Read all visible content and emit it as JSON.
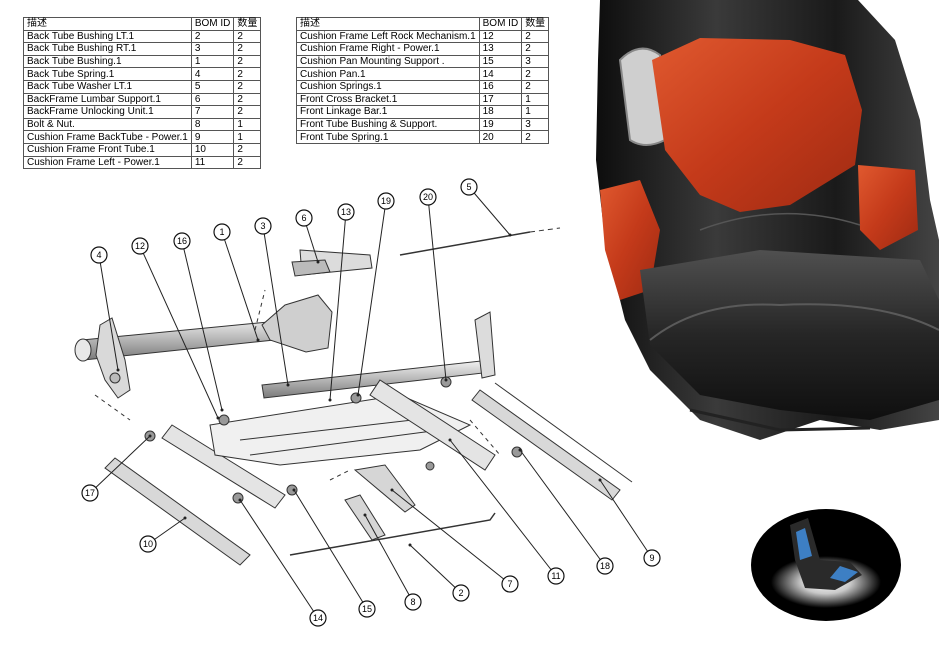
{
  "bom_left": {
    "headers": [
      "描述",
      "BOM ID",
      "数量"
    ],
    "rows": [
      [
        "Back Tube Bushing LT.1",
        "2",
        "2"
      ],
      [
        "Back Tube Bushing RT.1",
        "3",
        "2"
      ],
      [
        "Back Tube Bushing.1",
        "1",
        "2"
      ],
      [
        "Back Tube Spring.1",
        "4",
        "2"
      ],
      [
        "Back Tube Washer LT.1",
        "5",
        "2"
      ],
      [
        "BackFrame Lumbar Support.1",
        "6",
        "2"
      ],
      [
        "BackFrame Unlocking Unit.1",
        "7",
        "2"
      ],
      [
        "Bolt & Nut.",
        "8",
        "1"
      ],
      [
        "Cushion Frame BackTube - Power.1",
        "9",
        "1"
      ],
      [
        "Cushion Frame Front Tube.1",
        "10",
        "2"
      ],
      [
        "Cushion Frame Left - Power.1",
        "11",
        "2"
      ]
    ]
  },
  "bom_right": {
    "headers": [
      "描述",
      "BOM ID",
      "数量"
    ],
    "rows": [
      [
        "Cushion Frame Left Rock Mechanism.1",
        "12",
        "2"
      ],
      [
        "Cushion Frame Right - Power.1",
        "13",
        "2"
      ],
      [
        "Cushion Pan Mounting Support .",
        "15",
        "3"
      ],
      [
        "Cushion Pan.1",
        "14",
        "2"
      ],
      [
        "Cushion Springs.1",
        "16",
        "2"
      ],
      [
        "Front Cross Bracket.1",
        "17",
        "1"
      ],
      [
        "Front Linkage Bar.1",
        "18",
        "1"
      ],
      [
        "Front Tube Bushing & Support.",
        "19",
        "3"
      ],
      [
        "Front Tube Spring.1",
        "20",
        "2"
      ]
    ]
  },
  "callouts": [
    "4",
    "12",
    "16",
    "1",
    "3",
    "6",
    "13",
    "19",
    "20",
    "5",
    "17",
    "10",
    "14",
    "15",
    "8",
    "2",
    "7",
    "11",
    "18",
    "9"
  ],
  "colors": {
    "leather_black": "#1c1c1c",
    "leather_red": "#c8421f",
    "line": "#333333"
  }
}
